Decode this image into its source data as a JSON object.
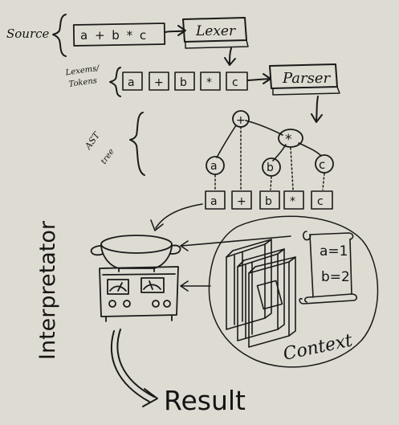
{
  "labels": {
    "source": "Source",
    "lexer": "Lexer",
    "lexems_line1": "Lexems/",
    "lexems_line2": "Tokens",
    "parser": "Parser",
    "ast_line1": "AST",
    "ast_line2": "tree",
    "interpretator": "Interpretator",
    "context": "Context",
    "result": "Result"
  },
  "source_expression": "a + b * c",
  "tokens": [
    "a",
    "+",
    "b",
    "*",
    "c"
  ],
  "ast": {
    "root": "+",
    "operator": "*",
    "leaves": [
      "a",
      "b",
      "c"
    ]
  },
  "context_values": [
    "a=1",
    "b=2"
  ],
  "colors": {
    "background": "#dedcd2",
    "ink": "#1a1a1a"
  },
  "icons": [
    "curly-brace-icon",
    "arrow-icon",
    "cooking-pot-icon",
    "machine-icon",
    "books-icon",
    "scroll-icon",
    "dotted-line-icon"
  ]
}
